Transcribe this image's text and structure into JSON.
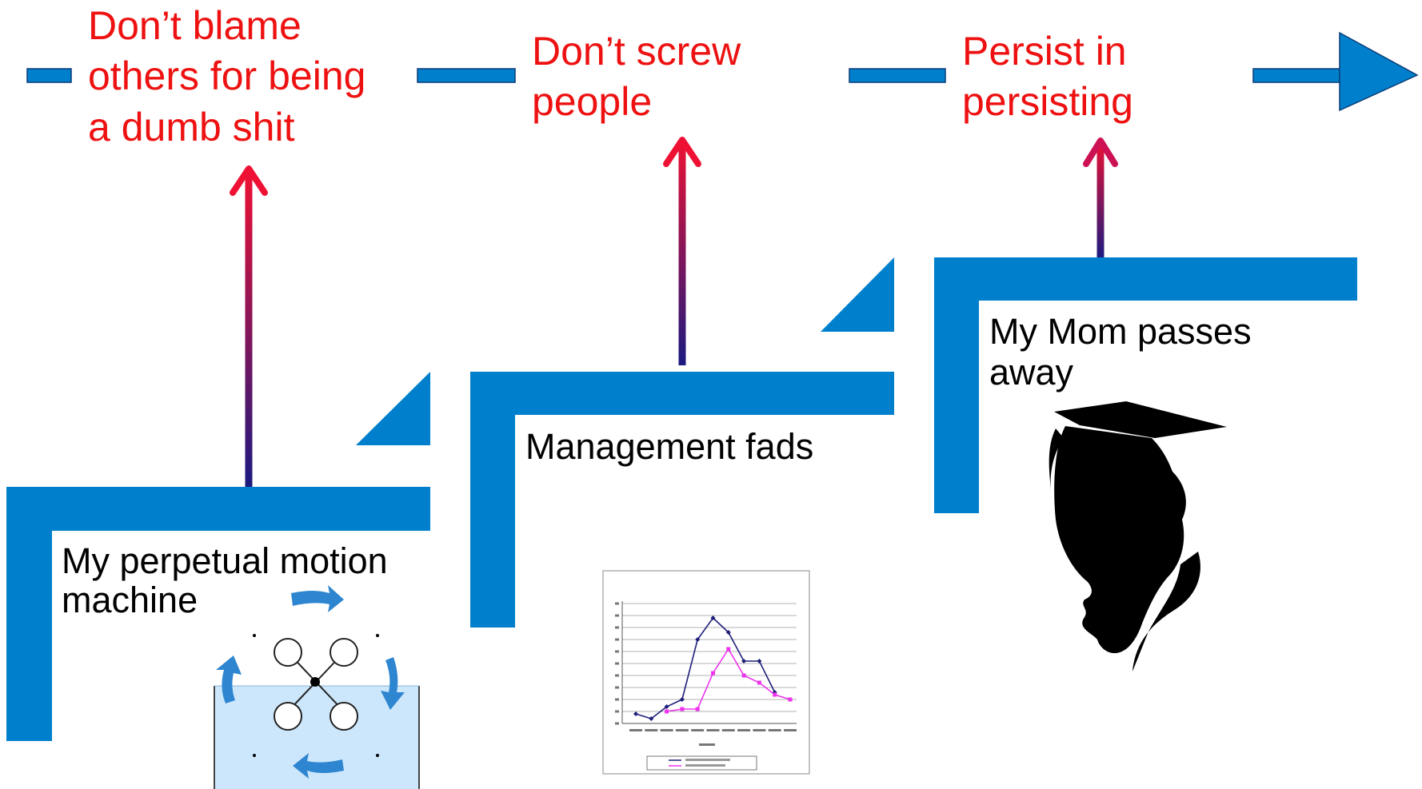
{
  "colors": {
    "step_blue": "#0080cc",
    "lesson_red": "#ee1111",
    "arrow_top": "#ee1133",
    "arrow_bottom": "#1a1a80",
    "text_black": "#000000",
    "water": "#cce6fb",
    "series_1": "#1f1f7a",
    "series_2": "#ee33ee"
  },
  "lessons": [
    {
      "lines": [
        "Don’t blame",
        "others for being",
        "a dumb shit"
      ]
    },
    {
      "lines": [
        "Don’t screw",
        "people"
      ]
    },
    {
      "lines": [
        "Persist in",
        "persisting"
      ]
    }
  ],
  "events": [
    {
      "lines": [
        "My perpetual motion",
        "machine"
      ]
    },
    {
      "lines": [
        "Management fads"
      ]
    },
    {
      "lines": [
        "My Mom passes",
        "away"
      ]
    }
  ],
  "icons": {
    "machine": "perpetual-motion-machine-icon",
    "chart": "fad-trend-chart-icon",
    "mom": "graduate-woman-silhouette-icon"
  },
  "inset_chart": {
    "type": "line",
    "points": 10,
    "series_1": [
      4,
      2,
      7,
      10,
      35,
      44,
      38,
      26,
      26,
      13
    ],
    "series_2": [
      null,
      null,
      5,
      6,
      6,
      21,
      31,
      20,
      17,
      12,
      10
    ],
    "ylim": [
      0,
      50
    ]
  }
}
